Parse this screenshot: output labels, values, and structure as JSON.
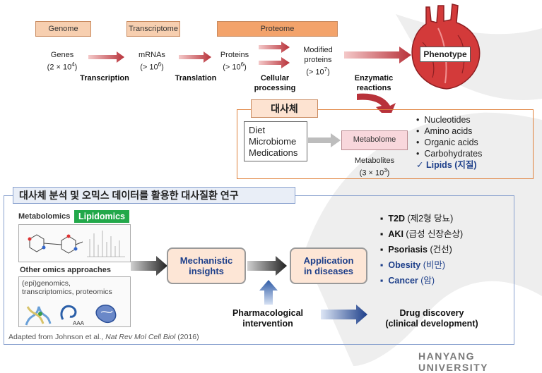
{
  "top": {
    "headers": {
      "genome": "Genome",
      "transcriptome": "Transcriptome",
      "proteome": "Proteome"
    },
    "genes": {
      "label": "Genes",
      "count": "(2 × 10",
      "exp": "4",
      "close": ")"
    },
    "mrnas": {
      "label": "mRNAs",
      "count": "(> 10",
      "exp": "6",
      "close": ")"
    },
    "proteins": {
      "label": "Proteins",
      "count": "(> 10",
      "exp": "6",
      "close": ")"
    },
    "modified": {
      "label1": "Modified",
      "label2": "proteins",
      "count": "(> 10",
      "exp": "7",
      "close": ")"
    },
    "steps": {
      "transcription": "Transcription",
      "translation": "Translation",
      "cellular1": "Cellular",
      "cellular2": "processing",
      "enzymatic1": "Enzymatic",
      "enzymatic2": "reactions"
    },
    "phenotype": "Phenotype"
  },
  "metabolism": {
    "title": "대사체",
    "inputs": [
      "Diet",
      "Microbiome",
      "Medications"
    ],
    "metabolome": "Metabolome",
    "metabolites": {
      "label": "Metabolites",
      "count": "(3 × 10",
      "exp": "3",
      "close": ")"
    },
    "list": [
      {
        "text": "Nucleotides",
        "mark": "•"
      },
      {
        "text": "Amino acids",
        "mark": "•"
      },
      {
        "text": "Organic acids",
        "mark": "•"
      },
      {
        "text": "Carbohydrates",
        "mark": "•"
      },
      {
        "text": "Lipids (지질)",
        "mark": "✓"
      }
    ]
  },
  "lower": {
    "title": "대사체 분석 및 오믹스 데이터를 활용한 대사질환 연구",
    "metabolomics": "Metabolomics",
    "lipidomics": "Lipidomics",
    "other_omics": "Other omics approaches",
    "other_list": "(epi)genomics, transcriptomics, proteomics",
    "aaa": "AAA",
    "mechanistic": [
      "Mechanistic",
      "insights"
    ],
    "application": [
      "Application",
      "in diseases"
    ],
    "pharma": [
      "Pharmacological",
      "intervention"
    ],
    "drug": [
      "Drug discovery",
      "(clinical development)"
    ],
    "diseases": [
      {
        "name": "T2D",
        "ko": " (제2형 당뇨)",
        "color": "#111111"
      },
      {
        "name": "AKI",
        "ko": " (급성 신장손상)",
        "color": "#111111"
      },
      {
        "name": "Psoriasis",
        "ko": " (건선)",
        "color": "#111111"
      },
      {
        "name": "Obesity",
        "ko": " (비만)",
        "color": "#1d3f8a"
      },
      {
        "name": "Cancer",
        "ko": " (암)",
        "color": "#1d3f8a"
      }
    ],
    "caption_pre": "Adapted from Johnson et al., ",
    "caption_journal": "Nat Rev Mol Cell Biol",
    "caption_year": " (2016)"
  },
  "footer": "HANYANG UNIVERSITY",
  "colors": {
    "accent_orange": "#e0823c",
    "lipid_green": "#22a84a",
    "nav_blue": "#1d3f8a",
    "arrow_red": "#b8323a"
  }
}
